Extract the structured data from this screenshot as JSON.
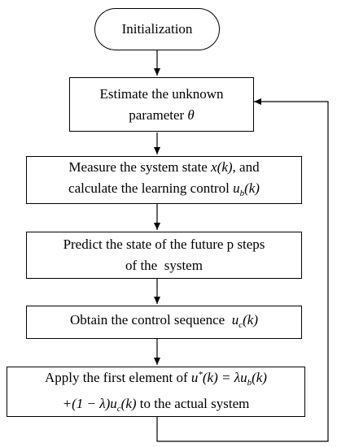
{
  "nodes": {
    "init": {
      "label": "Initialization"
    },
    "estimate": {
      "line1": "Estimate the unknown",
      "line2_text": "parameter",
      "line2_sym": "θ"
    },
    "measure": {
      "line1_text": "Measure the system state",
      "line1_sym": "x(k)",
      "line1_tail": ", and",
      "line2_text": "calculate the learning control",
      "line2_sym_u": "u",
      "line2_sym_sub": "b",
      "line2_sym_arg": "(k)"
    },
    "predict": {
      "line1": "Predict the state of the future p steps",
      "line2": "of the  system"
    },
    "obtain": {
      "text": "Obtain the control sequence",
      "sym_u": "u",
      "sym_sub": "c",
      "sym_arg": "(k)"
    },
    "apply": {
      "line1_text": "Apply the first element of",
      "line1_sym_u": "u",
      "line1_sym_sup": "*",
      "line1_sym_mid": "(k) = λu",
      "line1_sym_sub": "b",
      "line1_sym_arg": "(k)",
      "line2_sym_pre": "+(1 − λ)u",
      "line2_sym_sub": "c",
      "line2_sym_arg": "(k)",
      "line2_text": "to the actual system"
    }
  }
}
